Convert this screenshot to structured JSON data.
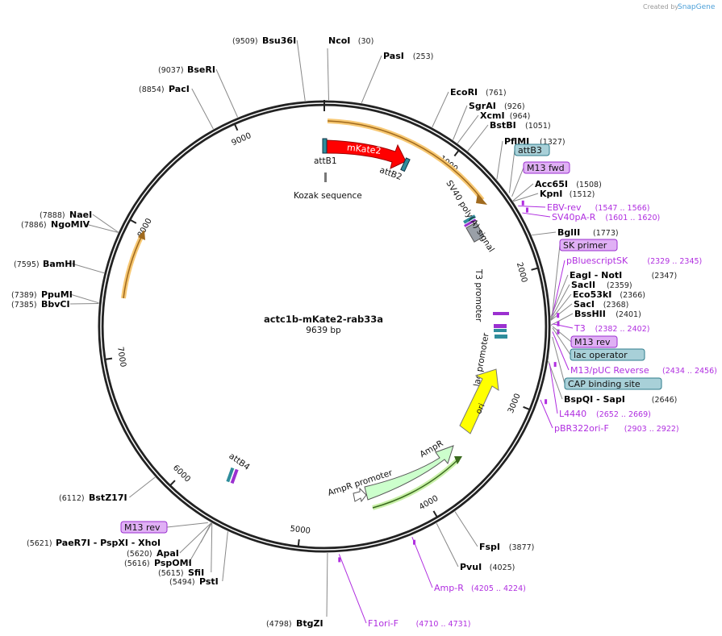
{
  "credit": {
    "prefix": "Created by",
    "brand": "SnapGene"
  },
  "plasmid": {
    "name": "actc1b-mKate2-rab33a",
    "length": "9639 bp"
  },
  "ticks": [
    "1000",
    "2000",
    "3000",
    "4000",
    "5000",
    "6000",
    "7000",
    "8000",
    "9000"
  ],
  "features": {
    "mkate2": "mKate2",
    "attb1": "attB1",
    "attb2": "attB2",
    "kozak": "Kozak sequence",
    "sv40": "SV40 poly(A) signal",
    "t3promoter": "T3 promoter",
    "lacpromoter": "lac promoter",
    "ori": "ori",
    "ampr": "AmpR",
    "amprpromoter": "AmpR promoter",
    "attb4": "attB4"
  },
  "enzymes": [
    {
      "name": "NcoI",
      "pos": "(30)",
      "bp": 30
    },
    {
      "name": "Bsu36I",
      "pos": "(9509)",
      "bp": 9509
    },
    {
      "name": "PasI",
      "pos": "(253)",
      "bp": 253
    },
    {
      "name": "BseRI",
      "pos": "(9037)",
      "bp": 9037
    },
    {
      "name": "PacI",
      "pos": "(8854)",
      "bp": 8854
    },
    {
      "name": "EcoRI",
      "pos": "(761)",
      "bp": 761
    },
    {
      "name": "SgrAI",
      "pos": "(926)",
      "bp": 926
    },
    {
      "name": "XcmI",
      "pos": "(964)",
      "bp": 964
    },
    {
      "name": "BstBI",
      "pos": "(1051)",
      "bp": 1051
    },
    {
      "name": "PflMI",
      "pos": "(1327)",
      "bp": 1327
    },
    {
      "name": "Acc65I",
      "pos": "(1508)",
      "bp": 1508
    },
    {
      "name": "KpnI",
      "pos": "(1512)",
      "bp": 1512
    },
    {
      "name": "BglII",
      "pos": "(1773)",
      "bp": 1773
    },
    {
      "name": "EagI   - NotI",
      "pos": "(2347)",
      "bp": 2347
    },
    {
      "name": "SacII",
      "pos": "(2359)",
      "bp": 2359
    },
    {
      "name": "Eco53kI",
      "pos": "(2366)",
      "bp": 2366
    },
    {
      "name": "SacI",
      "pos": "(2368)",
      "bp": 2368
    },
    {
      "name": "BssHII",
      "pos": "(2401)",
      "bp": 2401
    },
    {
      "name": "BspQI   - SapI",
      "pos": "(2646)",
      "bp": 2646
    },
    {
      "name": "FspI",
      "pos": "(3877)",
      "bp": 3877
    },
    {
      "name": "PvuI",
      "pos": "(4025)",
      "bp": 4025
    },
    {
      "name": "BtgZI",
      "pos": "(4798)",
      "bp": 4798
    },
    {
      "name": "NaeI",
      "pos": "(7888)",
      "bp": 7888
    },
    {
      "name": "NgoMIV",
      "pos": "(7886)",
      "bp": 7886
    },
    {
      "name": "BamHI",
      "pos": "(7595)",
      "bp": 7595
    },
    {
      "name": "PpuMI",
      "pos": "(7389)",
      "bp": 7389
    },
    {
      "name": "BbvCI",
      "pos": "(7385)",
      "bp": 7385
    },
    {
      "name": "BstZ17I",
      "pos": "(6112)",
      "bp": 6112
    },
    {
      "name": "PaeR7I   - PspXI   - XhoI",
      "pos": "(5621)",
      "bp": 5621
    },
    {
      "name": "ApaI",
      "pos": "(5620)",
      "bp": 5620
    },
    {
      "name": "PspOMI",
      "pos": "(5616)",
      "bp": 5616
    },
    {
      "name": "SfiI",
      "pos": "(5615)",
      "bp": 5615
    },
    {
      "name": "PstI",
      "pos": "(5494)",
      "bp": 5494
    }
  ],
  "primers": [
    {
      "name": "EBV-rev",
      "range": "(1547 .. 1566)",
      "bp": 1556
    },
    {
      "name": "SV40pA-R",
      "range": "(1601 .. 1620)",
      "bp": 1610
    },
    {
      "name": "pBluescriptSK",
      "range": "(2329 .. 2345)",
      "bp": 2337
    },
    {
      "name": "T3",
      "range": "(2382 .. 2402)",
      "bp": 2392
    },
    {
      "name": "M13/pUC Reverse",
      "range": "(2434 .. 2456)",
      "bp": 2445
    },
    {
      "name": "L4440",
      "range": "(2652 .. 2669)",
      "bp": 2660
    },
    {
      "name": "pBR322ori-F",
      "range": "(2903 .. 2922)",
      "bp": 2912
    },
    {
      "name": "Amp-R",
      "range": "(4205 .. 4224)",
      "bp": 4214
    },
    {
      "name": "F1ori-F",
      "range": "(4710 .. 4731)",
      "bp": 4720
    }
  ],
  "boxes": [
    {
      "name": "attB3",
      "kind": "feature",
      "bp": 1450
    },
    {
      "name": "M13 fwd",
      "kind": "primer",
      "bp": 1480
    },
    {
      "name": "SK primer",
      "kind": "primer",
      "bp": 2330
    },
    {
      "name": "M13 rev",
      "kind": "primer",
      "bp": 2410
    },
    {
      "name": "lac operator",
      "kind": "feature",
      "bp": 2420
    },
    {
      "name": "CAP binding site",
      "kind": "feature",
      "bp": 2480
    },
    {
      "name": "M13 rev",
      "kind": "primer",
      "bp": 5640
    }
  ],
  "colors": {
    "backbone": "#222222",
    "mkate2": "#ff0000",
    "ori": "#ffff00",
    "ampr": "#ccffcc",
    "primer": "#b02ee0",
    "primer_box": "#e0b0f5",
    "feature_box": "#a8d0d8",
    "highlight": "#f7c873"
  }
}
